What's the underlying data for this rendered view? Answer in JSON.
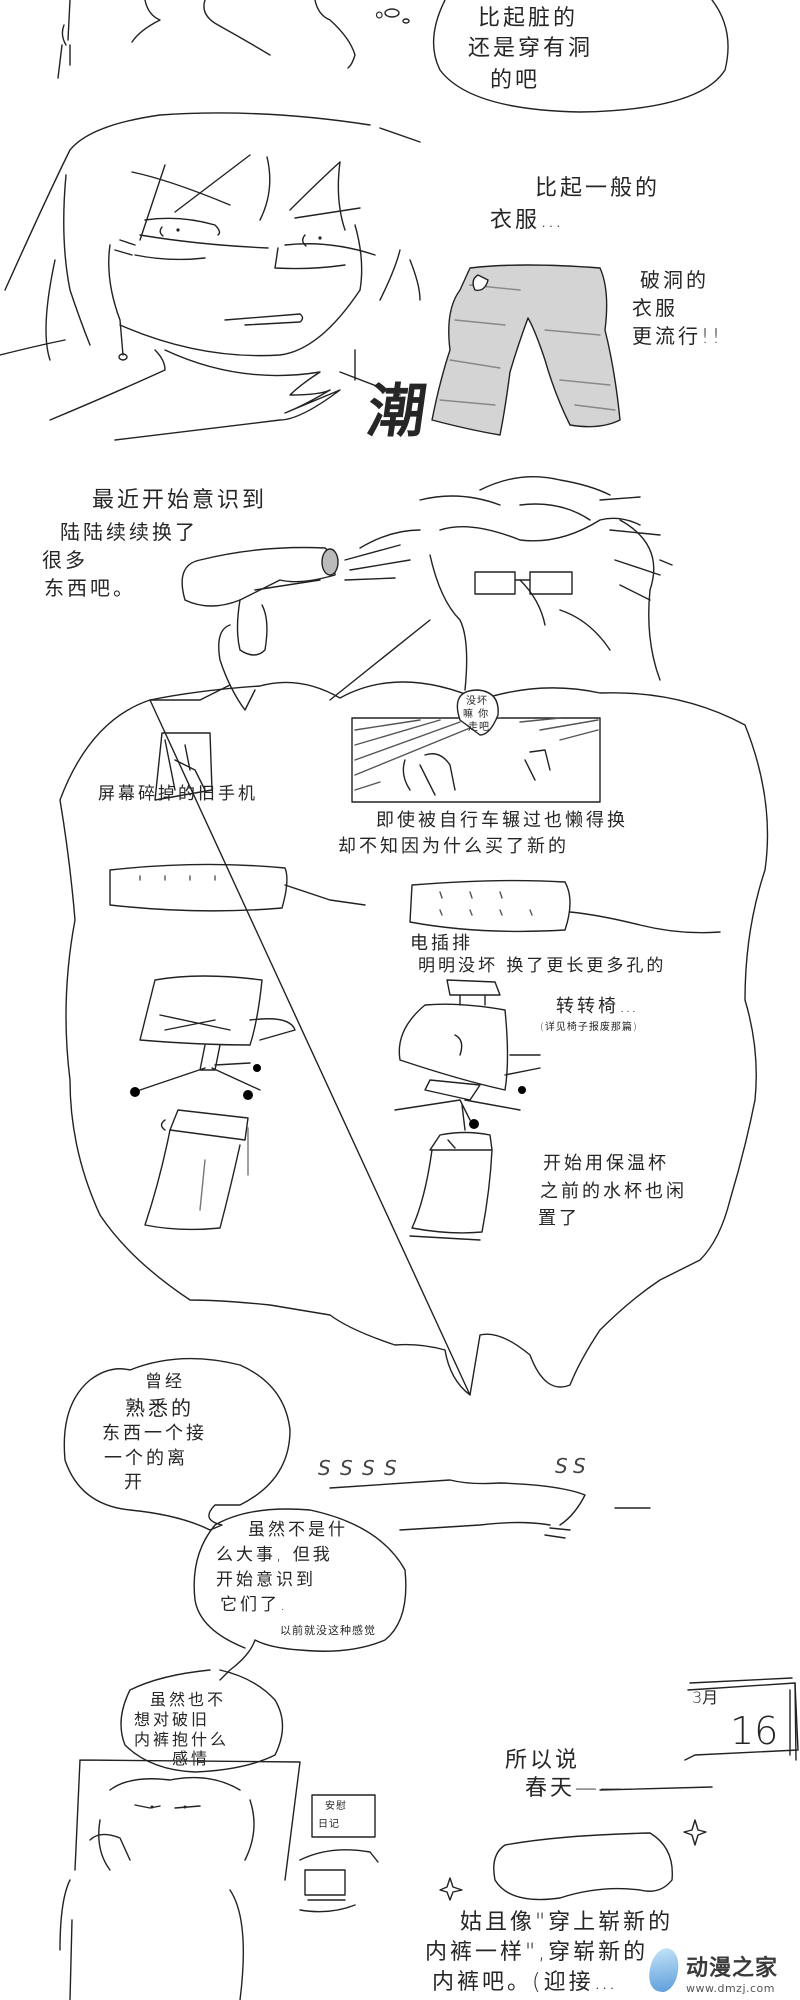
{
  "panel1": {
    "bubble_lines": [
      "比起脏的",
      "还是穿有洞",
      "的吧"
    ],
    "trailing_mark": "。"
  },
  "panel2": {
    "compare_lines": [
      "比起一般的",
      "衣服…"
    ],
    "fashion_lines": [
      "破洞的",
      "衣服",
      "更流行!!"
    ],
    "sfx": "潮"
  },
  "panel3": {
    "narration_lines": [
      "最近开始意识到",
      "陆陆续续换了",
      "很多",
      "东西吧。"
    ]
  },
  "thought_cloud": {
    "phone_caption": "屏幕碎掉的旧手机",
    "bike_bubble_lines": [
      "没坏",
      "嘛 你",
      "走吧"
    ],
    "bike_caption_lines": [
      "即使被自行车辗过也懒得换",
      "却不知因为什么买了新的"
    ],
    "power_strip_lines": [
      "电插排",
      "明明没坏 换了更长更多孔的"
    ],
    "chair_lines": [
      "转转椅…",
      "(详见椅子报废那篇)"
    ],
    "cup_lines": [
      "开始用保温杯",
      "之前的水杯也闲",
      "置了"
    ]
  },
  "bubble_familiar": {
    "lines": [
      "曾经",
      "熟悉的",
      "东西一个接",
      "一个的离",
      "开"
    ]
  },
  "sfx_squiggles": "SSSS",
  "bubble_realize": {
    "lines": [
      "虽然不是什",
      "么大事, 但我",
      "开始意识到",
      "它们了."
    ],
    "note": "以前就没这种感觉"
  },
  "bubble_underwear": {
    "lines": [
      "虽然也不",
      "想对破旧",
      "内裤抱什么",
      "感情"
    ]
  },
  "box_label_lines": [
    "安慰",
    "日记"
  ],
  "calendar": {
    "month": "3月",
    "day": "16"
  },
  "ending": {
    "lines_top": [
      "所以说",
      "春天——"
    ],
    "lines_bottom": [
      "姑且像\"穿上崭新的",
      "内裤一样\",穿崭新的",
      "内裤吧。(迎接…"
    ]
  },
  "watermark": {
    "brand": "动漫之家",
    "url": "www.dmzj.com",
    "flame_color": "#3d88d4"
  }
}
